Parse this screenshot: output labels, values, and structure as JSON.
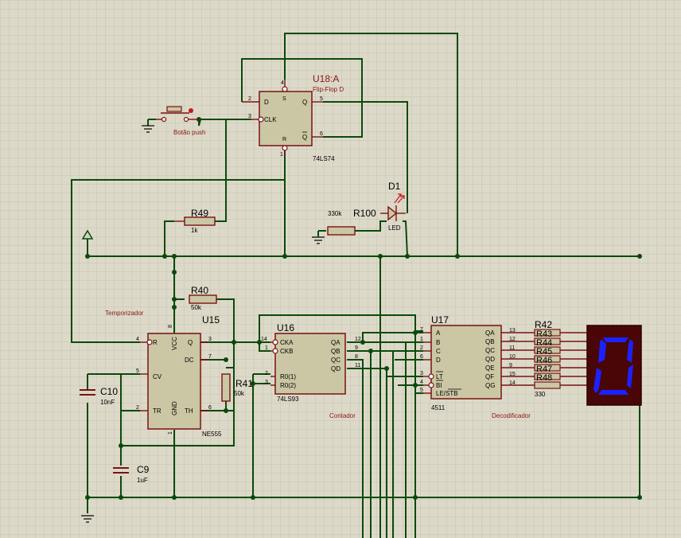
{
  "components": {
    "u18": {
      "ref": "U18:A",
      "title": "Flip-Flop D",
      "part": "74LS74",
      "pins": {
        "d": "D",
        "clk": "CLK",
        "s": "S",
        "r": "R",
        "q": "Q",
        "qbar": "Q",
        "n2": "2",
        "n3": "3",
        "n4": "4",
        "n5": "5",
        "n6": "6",
        "n1": "1"
      }
    },
    "button": {
      "label": "Botão push"
    },
    "d1": {
      "ref": "D1",
      "value": "LED"
    },
    "r100": {
      "ref": "R100",
      "value": "330k"
    },
    "r49": {
      "ref": "R49",
      "value": "1k"
    },
    "r40": {
      "ref": "R40",
      "value": "50k"
    },
    "r41": {
      "ref": "R41",
      "value": "50k"
    },
    "u15": {
      "ref": "U15",
      "title": "Temporizador",
      "part": "NE555",
      "pins": {
        "r": "R",
        "vcc": "VCC",
        "q": "Q",
        "dc": "DC",
        "cv": "CV",
        "tr": "TR",
        "gnd": "GND",
        "th": "TH",
        "n4": "4",
        "n8": "8",
        "n3": "3",
        "n7": "7",
        "n5": "5",
        "n2": "2",
        "n1": "1",
        "n6": "6"
      }
    },
    "u16": {
      "ref": "U16",
      "title": "Contador",
      "part": "74LS93",
      "pins": {
        "cka": "CKA",
        "ckb": "CKB",
        "r01": "R0(1)",
        "r02": "R0(2)",
        "qa": "QA",
        "qb": "QB",
        "qc": "QC",
        "qd": "QD",
        "n14": "14",
        "n1": "1",
        "n2": "2",
        "n3": "3",
        "n12": "12",
        "n9": "9",
        "n8": "8",
        "n11": "11"
      }
    },
    "u17": {
      "ref": "U17",
      "title": "Decodificador",
      "part": "4511",
      "pins": {
        "a": "A",
        "b": "B",
        "c": "C",
        "d": "D",
        "lt": "LT",
        "bi": "BI",
        "le": "LE/STB",
        "qa": "QA",
        "qb": "QB",
        "qc": "QC",
        "qd": "QD",
        "qe": "QE",
        "qf": "QF",
        "qg": "QG",
        "n7": "7",
        "n1": "1",
        "n2": "2",
        "n6": "6",
        "n3": "3",
        "n4": "4",
        "n5": "5",
        "o13": "13",
        "o12": "12",
        "o11": "11",
        "o10": "10",
        "o9": "9",
        "o15": "15",
        "o14": "14"
      }
    },
    "resistor_bank": {
      "refs": [
        "R42",
        "R43",
        "R44",
        "R45",
        "R46",
        "R47",
        "R48"
      ],
      "value": "330"
    },
    "c10": {
      "ref": "C10",
      "value": "10nF"
    },
    "c9": {
      "ref": "C9",
      "value": "1uF"
    },
    "display": {
      "digit": "0",
      "segment_color": "#1a22ff",
      "bg_color": "#4a0606"
    }
  }
}
